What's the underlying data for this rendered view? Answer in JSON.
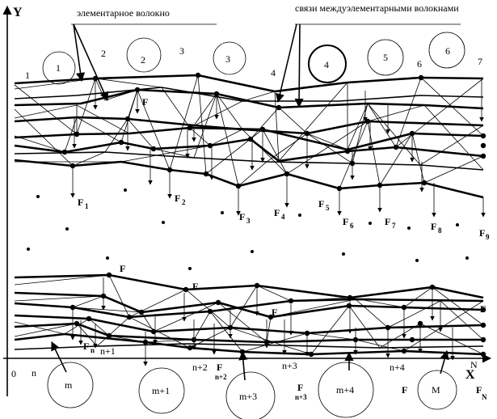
{
  "axes": {
    "y_label": "Y",
    "x_label": "X",
    "origin_label": "0"
  },
  "captions": {
    "elementary_fiber": "элементарное волокно",
    "links_between_fibers": "связи междуэлементарными волокнами"
  },
  "top_section": {
    "gap_numbers": [
      "1",
      "2",
      "3",
      "4",
      "6",
      "7"
    ],
    "fiber_circles": [
      "1",
      "2",
      "3",
      "4",
      "5",
      "6"
    ],
    "force_generic": "F",
    "forces": [
      {
        "main": "F",
        "sub": "1"
      },
      {
        "main": "F",
        "sub": "2"
      },
      {
        "main": "F",
        "sub": "3"
      },
      {
        "main": "F",
        "sub": "4"
      },
      {
        "main": "F",
        "sub": "5"
      },
      {
        "main": "F",
        "sub": "6"
      },
      {
        "main": "F",
        "sub": "7"
      },
      {
        "main": "F",
        "sub": "8"
      },
      {
        "main": "F",
        "sub": "9"
      }
    ]
  },
  "bottom_section": {
    "force_generic": "F",
    "fiber_circles": [
      "m",
      "m+1",
      "m+3",
      "m+4",
      "M"
    ],
    "axis_labels": [
      {
        "text": "n",
        "kind": "plain"
      },
      {
        "text": "n+1",
        "kind": "plain"
      },
      {
        "text": "n+2",
        "kind": "plain"
      },
      {
        "text": "n+3",
        "kind": "plain"
      },
      {
        "text": "n+4",
        "kind": "plain"
      },
      {
        "text": "N",
        "kind": "plain"
      }
    ],
    "force_labels": [
      {
        "main": "F",
        "sub": "n"
      },
      {
        "main": "F",
        "sub": "n+2"
      },
      {
        "main": "F",
        "sub": "n+3"
      },
      {
        "main": "F",
        "sub": ""
      },
      {
        "main": "F",
        "sub": "N"
      }
    ]
  }
}
